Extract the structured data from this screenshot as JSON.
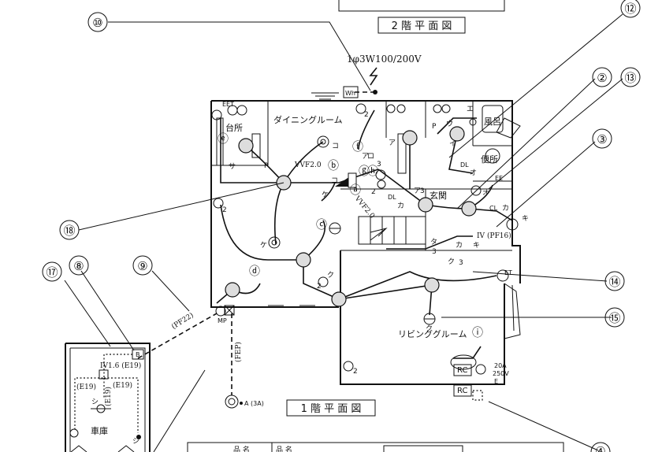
{
  "titles": {
    "second_floor": "2 階 平 面 図",
    "first_floor": "1 階 平 面 図"
  },
  "power_supply": "1φ3W100/200V",
  "meter": "Wh",
  "rooms": {
    "kitchen": "台所",
    "dining": "ダイニングルーム",
    "bath": "風呂",
    "toilet": "便所",
    "entrance": "玄関",
    "living": "リビンググルーム",
    "garage": "車庫"
  },
  "cable_labels": {
    "vvf_1": "VVF2.0",
    "vvf_2": "VVF2.0",
    "pf22": "(PF22)",
    "fep": "(FEP)",
    "pf16": "(PF16)",
    "iv_garage": "IV1.6 (E19)",
    "e19_a": "(E19)",
    "e19_b": "(E19)",
    "e19_c": "(E19)",
    "iv_small": "IV"
  },
  "devices": {
    "eet": "EET",
    "mp": "MP",
    "et": "ET",
    "ee": "EE",
    "ground": "A (3A)",
    "rc1": "RC",
    "rc2": "RC",
    "outlet_20a": "20A",
    "outlet_250v": "250V",
    "outlet_e": "E",
    "box_b": "B",
    "dl1": "DL",
    "dl2": "DL",
    "cl": "CL"
  },
  "circles": [
    "ⓔ",
    "ⓑ",
    "ⓕ",
    "ⓖ",
    "ⓗ",
    "ⓐ",
    "ⓒ",
    "ⓓ",
    "ⓘ"
  ],
  "letters": {
    "sa": "サ",
    "ko1": "コ",
    "ko2": "コ",
    "ke1": "ケ",
    "ke2": "ケ",
    "a1": "ア",
    "a2": "ア",
    "a3": "ア",
    "ro": "ロ",
    "ka1": "カ",
    "ka2": "カ",
    "ka3": "カ",
    "ki1": "キ",
    "ki2": "キ",
    "ta": "タ",
    "ku1": "ク",
    "ku2": "ク",
    "ku3": "ク",
    "i": "イ",
    "u": "ウ",
    "e": "エ",
    "o1": "オ",
    "o2": "オ",
    "shi1": "シ",
    "shi2": "シ",
    "p1": "P",
    "p2": "P",
    "n2a": "2",
    "n2b": "2",
    "n2c": "2",
    "n2d": "2",
    "n2e": "2",
    "n3a": "3",
    "n3b": "3",
    "n3c": "3",
    "n3d": "3"
  },
  "callouts": [
    "⑩",
    "⑫",
    "②",
    "⑬",
    "③",
    "⑱",
    "⑰",
    "⑧",
    "⑨",
    "⑭",
    "⑮",
    "④"
  ],
  "table": {
    "col1": "品 名",
    "col2": "品 名"
  }
}
